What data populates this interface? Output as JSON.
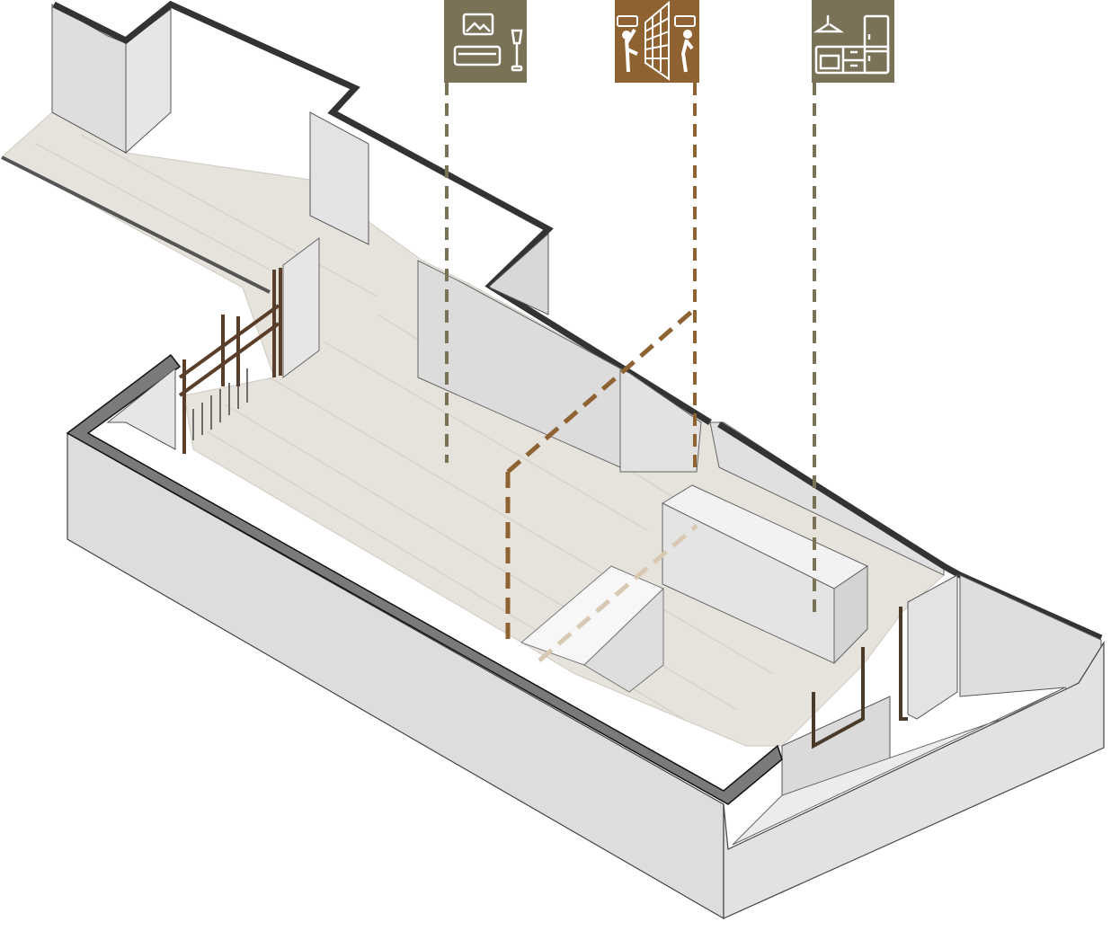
{
  "legend_icons": [
    {
      "name": "living-room-icon",
      "color": "#7a7257",
      "line_style": "dashed"
    },
    {
      "name": "movable-bookshelf-partition-icon",
      "color": "#8f6232",
      "line_style": "dashed"
    },
    {
      "name": "kitchen-icon",
      "color": "#7a7257",
      "line_style": "dashed"
    }
  ],
  "colors": {
    "wall_face": "#dcdcdc",
    "wall_cap": "#7a7a7a",
    "floor": "#e4e0da",
    "olive": "#7a7257",
    "brown": "#8f6232",
    "wood_slats": "#5a3e2a"
  }
}
